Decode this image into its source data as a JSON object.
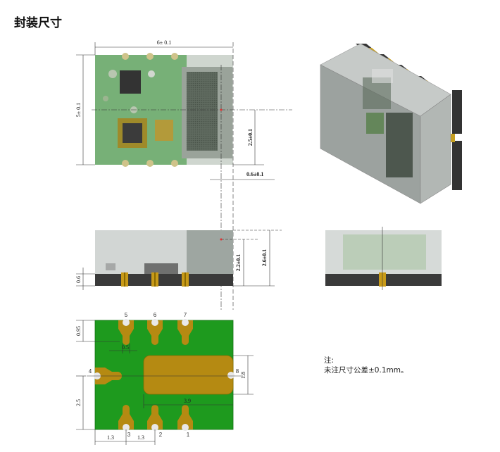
{
  "title": "封装尺寸",
  "top_view": {
    "width_dim": "6± 0.1",
    "height_dim": "5± 0.1",
    "offset_v": "2.5±0.1",
    "offset_h": "0.6±0.1"
  },
  "side_view": {
    "pin_h": "0.6",
    "h1": "2.2±0.1",
    "h2": "2.6±0.1"
  },
  "bottom_view": {
    "dims": {
      "top_gap": "0.95",
      "pad_w": "0.5",
      "big_pad_h": "1.8",
      "big_pad_w": "3.9",
      "left_h": "2.5",
      "pitch_a": "1.3",
      "pitch_b": "1.3"
    },
    "pins": {
      "p1": "1",
      "p2": "2",
      "p3": "3",
      "p4": "4",
      "p5": "5",
      "p6": "6",
      "p7": "7",
      "p8": "8"
    }
  },
  "note": {
    "heading": "注:",
    "body": "未注尺寸公差±0.1mm。"
  },
  "colors": {
    "pcb_green": "#1e9a1e",
    "gold": "#b58a12",
    "body_gray": "#c8ccca"
  }
}
